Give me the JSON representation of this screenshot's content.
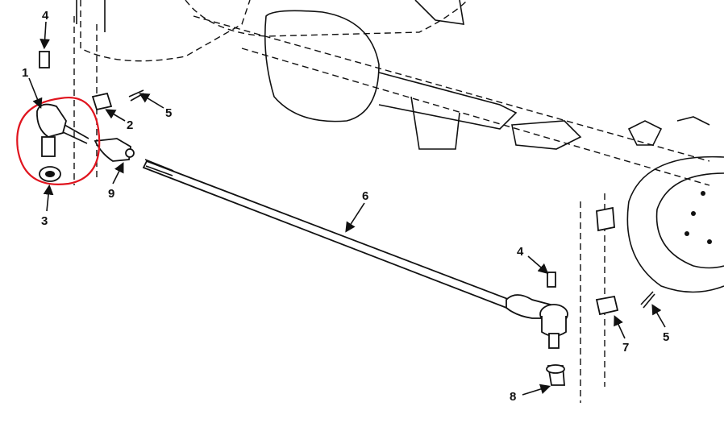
{
  "diagram": {
    "callouts": [
      {
        "id": "c4a",
        "text": "4"
      },
      {
        "id": "c1",
        "text": "1"
      },
      {
        "id": "c2",
        "text": "2"
      },
      {
        "id": "c5a",
        "text": "5"
      },
      {
        "id": "c3",
        "text": "3"
      },
      {
        "id": "c9",
        "text": "9"
      },
      {
        "id": "c6",
        "text": "6"
      },
      {
        "id": "c4b",
        "text": "4"
      },
      {
        "id": "c7",
        "text": "7"
      },
      {
        "id": "c5b",
        "text": "5"
      },
      {
        "id": "c8",
        "text": "8"
      }
    ],
    "highlight_color": "#e0141e",
    "line_color": "#111111"
  }
}
